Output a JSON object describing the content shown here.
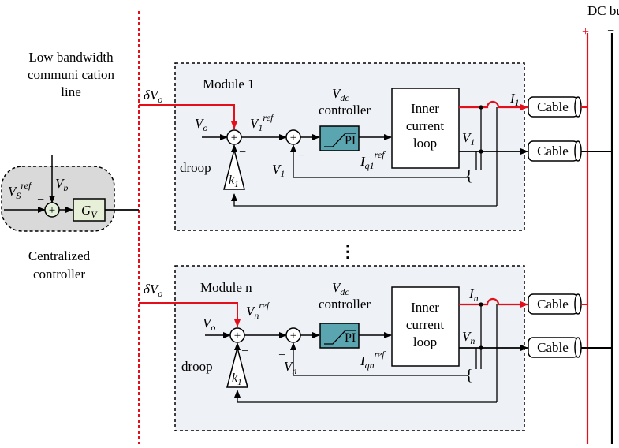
{
  "dc_bus": {
    "label": "DC bus",
    "plus": "+",
    "minus": "−"
  },
  "comm_line": {
    "line1": "Low bandwidth",
    "line2": "communi cation",
    "line3": "line"
  },
  "centralized": {
    "line1": "Centralized",
    "line2": "controller",
    "vs_ref_main": "V",
    "vs_ref_sub": "S",
    "vs_ref_sup": "ref",
    "vb_main": "V",
    "vb_sub": "b",
    "gv_main": "G",
    "gv_sub": "V",
    "plus": "+",
    "minus": "−"
  },
  "dots": "⋮",
  "module1": {
    "title": "Module  1",
    "dvo_main": "δV",
    "dvo_sub": "o",
    "vo_main": "V",
    "vo_sub": "o",
    "vref_main": "V",
    "vref_sub": "1",
    "vref_sup": "ref",
    "vdc_main": "V",
    "vdc_sub": "dc",
    "controller": "controller",
    "pi": "PI",
    "inner": [
      "Inner",
      "current",
      "loop"
    ],
    "iq_main": "I",
    "iq_sub": "q1",
    "iq_sup": "ref",
    "current_main": "I",
    "current_sub": "1",
    "vmeas_main": "V",
    "vmeas_sub": "1",
    "vfb_main": "V",
    "vfb_sub": "1",
    "droop": "droop",
    "k_main": "k",
    "k_sub": "1",
    "minus": "−",
    "plus": "+",
    "cable": "Cable"
  },
  "modulen": {
    "title": "Module  n",
    "dvo_main": "δV",
    "dvo_sub": "o",
    "vo_main": "V",
    "vo_sub": "o",
    "vref_main": "V",
    "vref_sub": "n",
    "vref_sup": "ref",
    "vdc_main": "V",
    "vdc_sub": "dc",
    "controller": "controller",
    "pi": "PI",
    "inner": [
      "Inner",
      "current",
      "loop"
    ],
    "iq_main": "I",
    "iq_sub": "qn",
    "iq_sup": "ref",
    "current_main": "I",
    "current_sub": "n",
    "vmeas_main": "V",
    "vmeas_sub": "n",
    "vfb_main": "V",
    "vfb_sub": "n",
    "droop": "droop",
    "k_main": "k",
    "k_sub": "1",
    "minus": "−",
    "plus": "+",
    "cable": "Cable"
  },
  "colors": {
    "red": "#e3101c",
    "module_fill": "#eef1f6",
    "central_fill": "#d9d9d9",
    "gv_fill": "#e8efd8",
    "pi_fill": "#5aa5b0",
    "sum_fill": "#e3f0da"
  }
}
